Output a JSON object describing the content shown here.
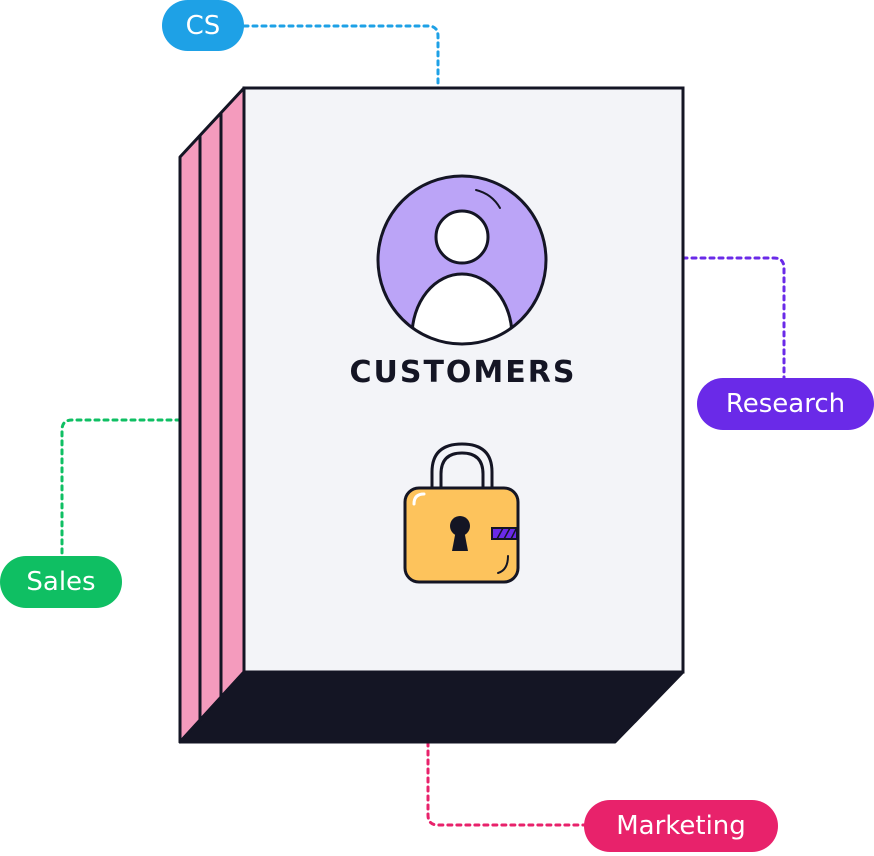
{
  "document": {
    "title": "CUSTOMERS",
    "icons": [
      "user-avatar-icon",
      "padlock-icon"
    ]
  },
  "connections": [
    {
      "key": "cs",
      "label": "CS",
      "color": "#1ea1e6"
    },
    {
      "key": "research",
      "label": "Research",
      "color": "#6a2ae8"
    },
    {
      "key": "sales",
      "label": "Sales",
      "color": "#0fbf63"
    },
    {
      "key": "marketing",
      "label": "Marketing",
      "color": "#e8226b"
    }
  ],
  "colors": {
    "outline": "#141524",
    "cover": "#f3f4f8",
    "pages": "#f49bbd",
    "base": "#141524",
    "avatar": "#bba4f7",
    "lock_body": "#fdc35c",
    "lock_stripe": "#6a2ae8"
  }
}
